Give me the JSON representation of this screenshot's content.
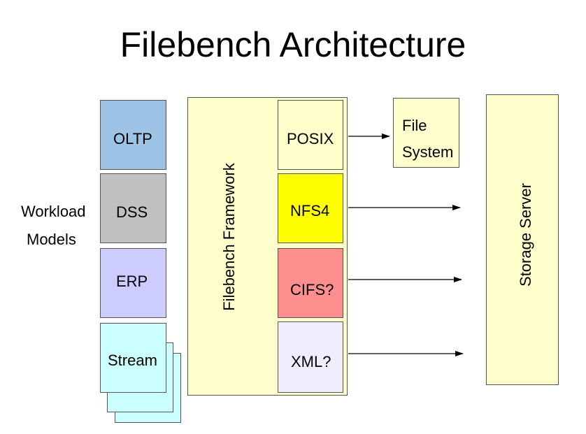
{
  "title": "Filebench Architecture",
  "workload_label_line1": "Workload",
  "workload_label_line2": "Models",
  "workloads": [
    {
      "label": "OLTP",
      "color": "#9dc3e6"
    },
    {
      "label": "DSS",
      "color": "#c0c0c0"
    },
    {
      "label": "ERP",
      "color": "#ccccff"
    },
    {
      "label": "Stream",
      "color": "#ccffff"
    }
  ],
  "framework": {
    "label": "Filebench Framework",
    "color": "#ffffcc"
  },
  "protocols": [
    {
      "label": "POSIX",
      "color": "#ffffcc"
    },
    {
      "label": "NFS4",
      "color": "#ffff00"
    },
    {
      "label": "CIFS?",
      "color": "#ff8f8f"
    },
    {
      "label": "XML?",
      "color": "#eeeeff"
    }
  ],
  "file_system": {
    "line1": "File",
    "line2": "System",
    "color": "#ffffcc"
  },
  "storage_server": {
    "label": "Storage Server",
    "color": "#ffffcc"
  }
}
